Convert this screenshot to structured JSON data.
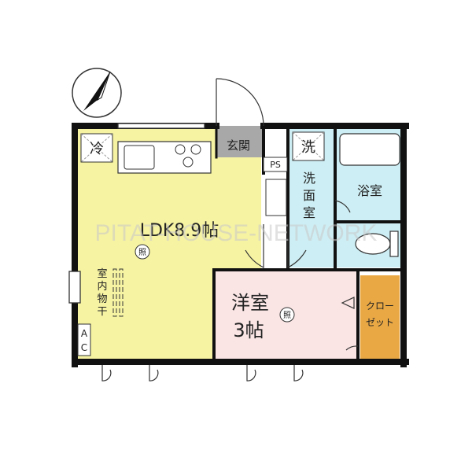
{
  "rooms": {
    "ldk": "LDK8.9帖",
    "western_name": "洋室",
    "western_size": "3帖",
    "entrance": "玄関",
    "pipe_space": "PS",
    "washroom": [
      "洗",
      "面",
      "室"
    ],
    "bath": "浴室",
    "closet_1": "クロー",
    "closet_2": "ゼット",
    "indoor_drying": [
      "室",
      "内",
      "物",
      "干"
    ]
  },
  "symbols": {
    "fridge": "冷",
    "washer": "洗",
    "light": "照",
    "ac": [
      "A",
      "C"
    ]
  },
  "watermark": "PITAT-HOUSE-NETWORK",
  "colors": {
    "ldk": "#f6f3a3",
    "western": "#fae4e4",
    "wet_area": "#cdeef4",
    "entrance": "#a8a8a8",
    "closet": "#e9a844",
    "wall": "#111111"
  }
}
